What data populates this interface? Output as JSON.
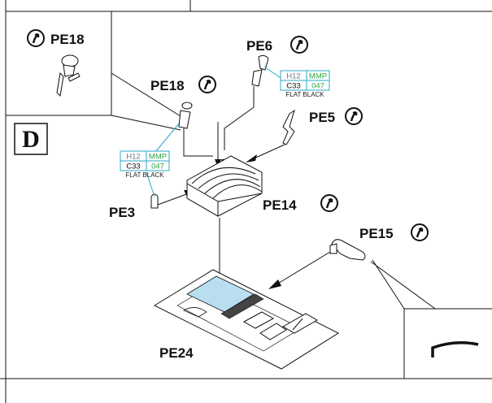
{
  "section_letter": "D",
  "labels": {
    "pe18_inset": "PE18",
    "pe6": "PE6",
    "pe18": "PE18",
    "pe5": "PE5",
    "pe3": "PE3",
    "pe14": "PE14",
    "pe15": "PE15",
    "pe24": "PE24"
  },
  "color_tags": [
    {
      "h": "H12",
      "mmp": "MMP",
      "c": "C33",
      "num": "047",
      "finish": "FLAT BLACK"
    },
    {
      "h": "H12",
      "mmp": "MMP",
      "c": "C33",
      "num": "047",
      "finish": "FLAT BLACK"
    }
  ],
  "colors": {
    "tag_border": "#29a8c8",
    "tag_gray": "#6e7a86",
    "tag_green": "#2fa84a",
    "clear_part": "#b9def0"
  },
  "icons": [
    "rotate-arrow-icon"
  ]
}
